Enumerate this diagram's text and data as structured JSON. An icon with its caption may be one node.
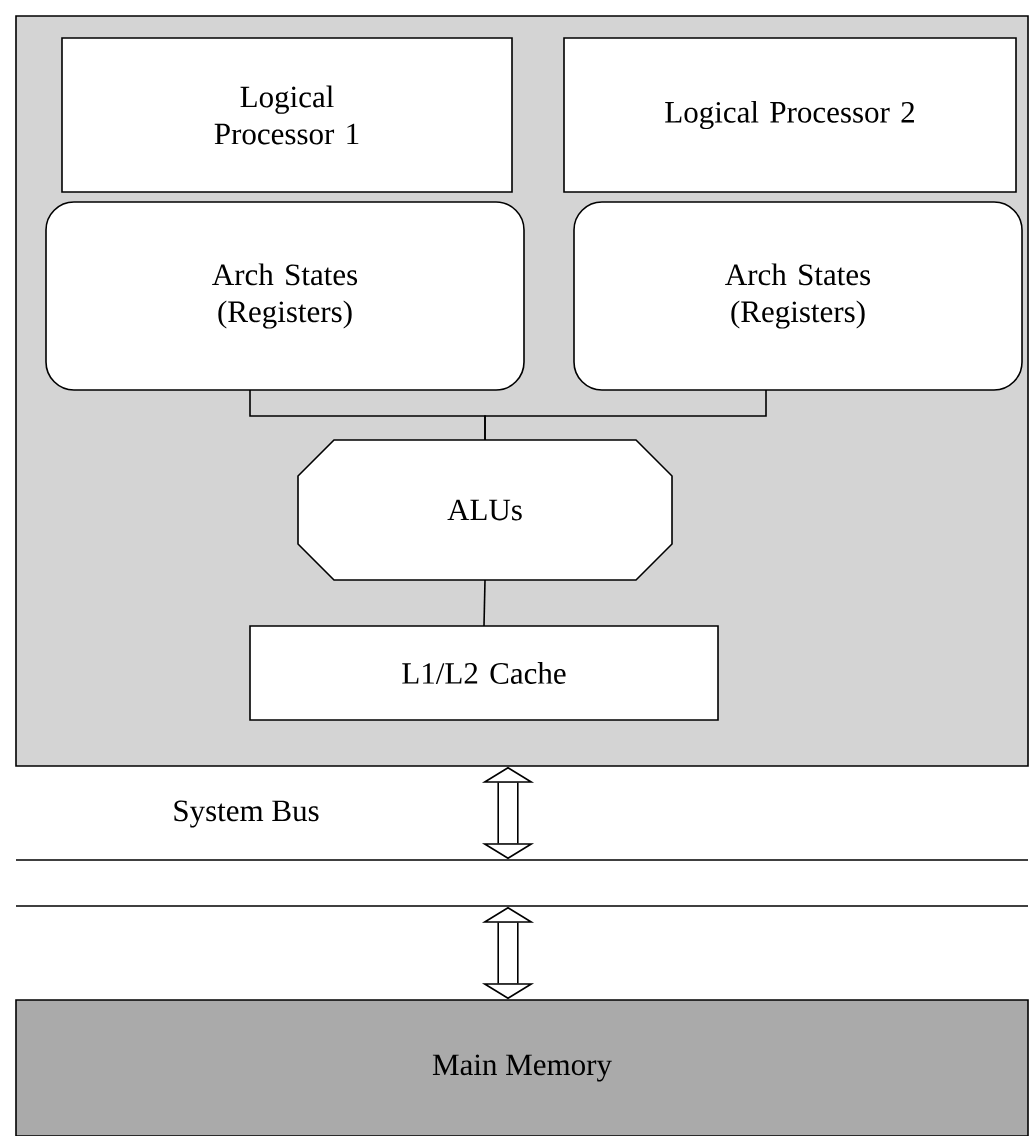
{
  "diagram": {
    "nodes": [
      {
        "text": [],
        "shape": "box"
      },
      {
        "text": [
          "Logical Processor 1"
        ],
        "in": 0
      },
      {
        "text": [
          "Logical Processor 2"
        ],
        "in": 0
      },
      {
        "text": [
          "Arch States (Registers)"
        ],
        "in": 0
      },
      {
        "text": [
          "Arch States (Registers)"
        ],
        "in": 0
      },
      {
        "text": [
          "ALUs"
        ],
        "in": 0
      },
      {
        "text": [
          "L1/L2 Cache"
        ],
        "in": 0
      },
      {
        "text": [
          "System Bus"
        ]
      },
      {
        "text": [
          "Main Memory"
        ]
      }
    ],
    "edges": [
      {
        "from": 3,
        "to": 5,
        "arrow": "none"
      },
      {
        "from": 4,
        "to": 5,
        "arrow": "none"
      },
      {
        "from": 5,
        "to": 6,
        "arrow": "none"
      },
      {
        "from": 0,
        "to": 7,
        "arrow": "both",
        "style": "thick"
      },
      {
        "from": 7,
        "to": 8,
        "arrow": "both",
        "style": "thick"
      }
    ]
  }
}
